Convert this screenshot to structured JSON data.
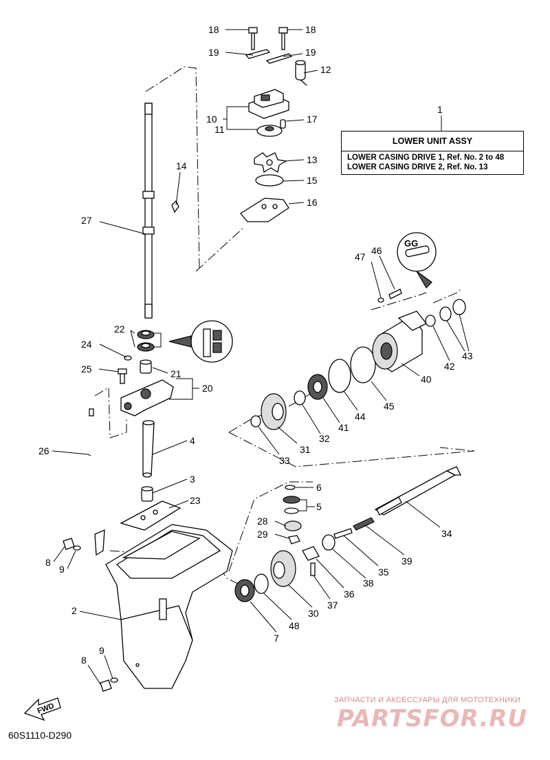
{
  "assembly": {
    "callout": "1",
    "title": "LOWER UNIT ASSY",
    "rows": [
      "LOWER CASING DRIVE 1, Ref. No. 2 to 48",
      "LOWER CASING DRIVE 2, Ref. No. 13"
    ]
  },
  "diagram_code": "60S1110-D290",
  "fwd_label": "FWD",
  "watermark": {
    "caption": "ЗАПЧАСТИ И АКСЕССУАРЫ ДЛЯ МОТОТЕХНИКИ",
    "logo": "PARTSFOR.RU"
  },
  "callouts": [
    "18",
    "18",
    "19",
    "19",
    "12",
    "10",
    "11",
    "17",
    "13",
    "15",
    "16",
    "14",
    "27",
    "22",
    "24",
    "25",
    "21",
    "20",
    "26",
    "4",
    "3",
    "23",
    "8",
    "9",
    "2",
    "8",
    "9",
    "6",
    "5",
    "28",
    "29",
    "7",
    "48",
    "30",
    "37",
    "36",
    "38",
    "35",
    "39",
    "34",
    "33",
    "31",
    "32",
    "41",
    "44",
    "45",
    "40",
    "42",
    "43",
    "47",
    "46"
  ]
}
